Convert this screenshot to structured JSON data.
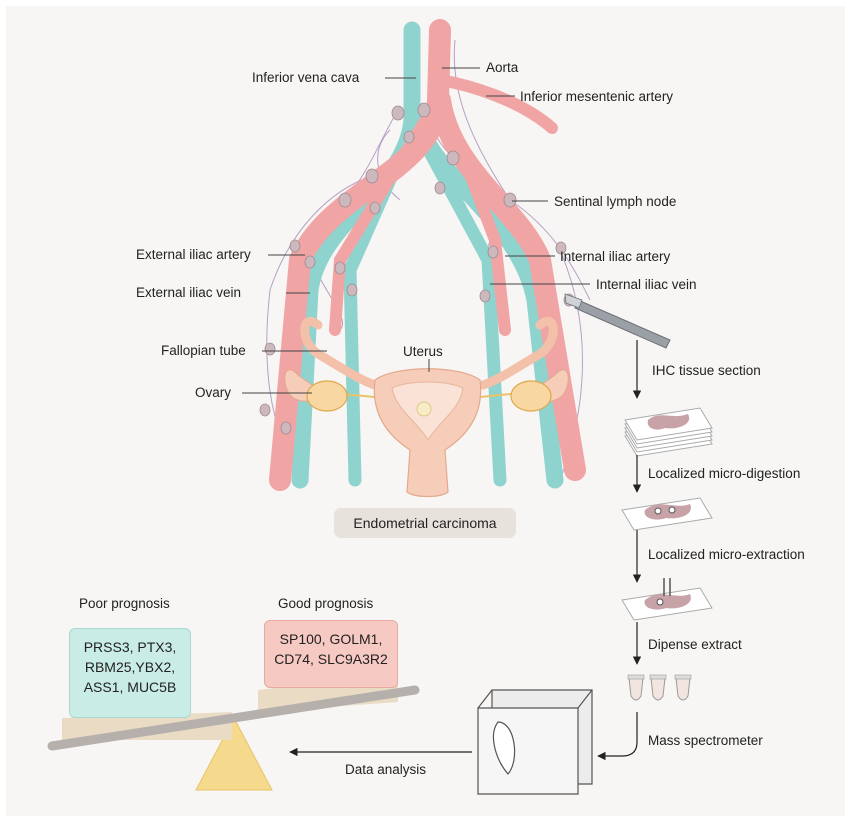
{
  "anatomy_labels": {
    "ivc": "Inferior vena cava",
    "aorta": "Aorta",
    "ima": "Inferior mesentenic artery",
    "sentinel": "Sentinal lymph node",
    "ext_artery": "External iliac artery",
    "int_artery": "Internal iliac artery",
    "ext_vein": "External iliac vein",
    "int_vein": "Internal iliac vein",
    "fallopian": "Fallopian tube",
    "uterus": "Uterus",
    "ovary": "Ovary"
  },
  "disease_label": "Endometrial carcinoma",
  "workflow_steps": {
    "ihc": "IHC tissue section",
    "digestion": "Localized micro-digestion",
    "extraction": "Localized micro-extraction",
    "dispense": "Dipense extract",
    "ms": "Mass spectrometer",
    "analysis": "Data analysis"
  },
  "prognosis": {
    "poor_title": "Poor prognosis",
    "good_title": "Good prognosis",
    "poor_markers": [
      "PRSS3, PTX3,",
      "RBM25,YBX2,",
      "ASS1, MUC5B"
    ],
    "good_markers": [
      "SP100, GOLM1,",
      "CD74, SLC9A3R2"
    ]
  },
  "colors": {
    "artery": "#f0a4a4",
    "vein": "#8fd3cf",
    "lymph_node": "#cdb9bd",
    "uterus": "#f6cdb8",
    "poor_box": "#c9ece6",
    "good_box": "#f6c9c2",
    "fulcrum": "#f5d98c",
    "disease_box": "#e8e2dc"
  }
}
